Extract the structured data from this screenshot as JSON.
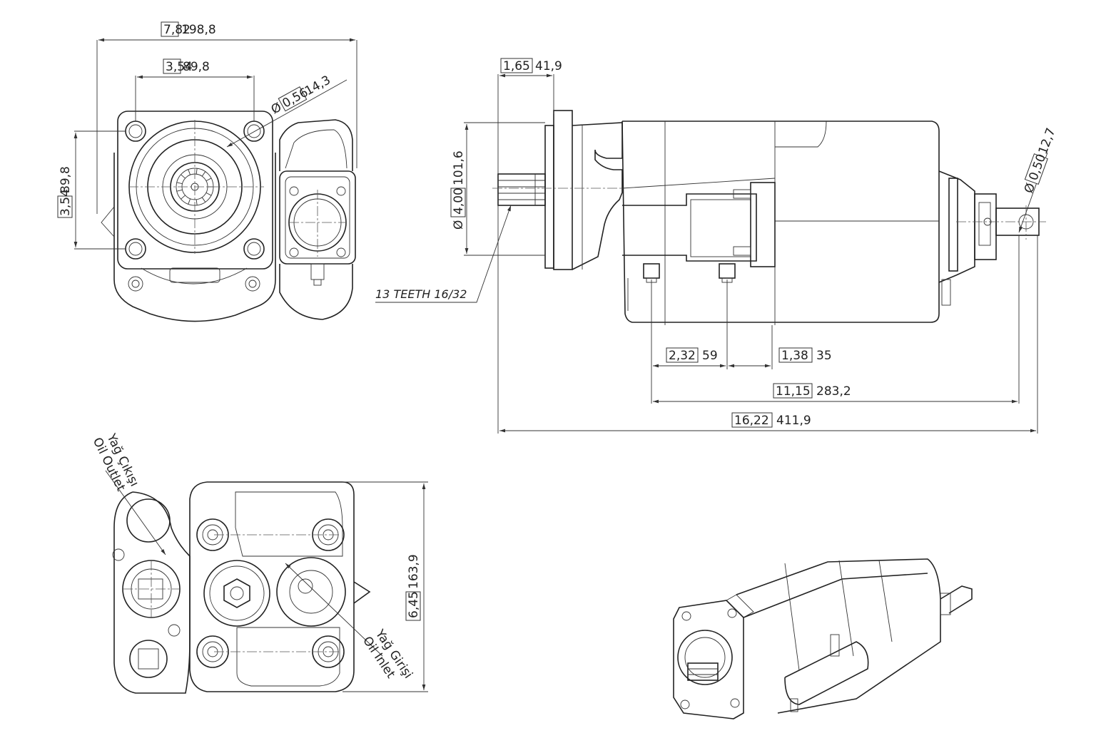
{
  "dimensions": {
    "front_width": {
      "inch": "7,82",
      "mm": "198,8"
    },
    "front_bolt_spacing_h": {
      "inch": "3,54",
      "mm": "89,8"
    },
    "front_bolt_spacing_v": {
      "inch": "3,54",
      "mm": "89,8"
    },
    "front_hole_diameter": {
      "symbol": "Ø",
      "inch": "0,56",
      "mm": "14,3"
    },
    "shaft_length": {
      "inch": "1,65",
      "mm": "41,9"
    },
    "pilot_diameter": {
      "symbol": "Ø",
      "inch": "4,00",
      "mm": "101,6"
    },
    "lever_hole_diameter": {
      "symbol": "Ø",
      "inch": "0,50",
      "mm": "12,7"
    },
    "port_spacing_1": {
      "inch": "2,32",
      "mm": "59"
    },
    "port_spacing_2": {
      "inch": "1,38",
      "mm": "35"
    },
    "length_from_port": {
      "inch": "11,15",
      "mm": "283,2"
    },
    "overall_length": {
      "inch": "16,22",
      "mm": "411,9"
    },
    "rear_height": {
      "inch": "6,45",
      "mm": "163,9"
    }
  },
  "labels": {
    "spline": "13 TEETH 16/32",
    "outlet_tr": "Yağ Çıkışı",
    "outlet_en": "Oil Outlet",
    "inlet_tr": "Yağ Girişi",
    "inlet_en": "Oil Inlet"
  }
}
